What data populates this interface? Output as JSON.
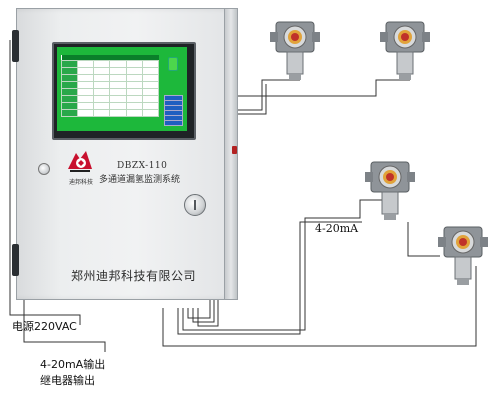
{
  "cabinet": {
    "model": "DBZX-110",
    "system_name": "多通道漏氢监测系统",
    "company": "郑州迪邦科技有限公司",
    "logo_text": "迪邦科技"
  },
  "labels": {
    "power": "电源220VAC",
    "signal_current": "4-20mA",
    "output_line1": "4-20mA输出",
    "output_line2": "继电器输出"
  },
  "screen": {
    "rows": 8
  }
}
